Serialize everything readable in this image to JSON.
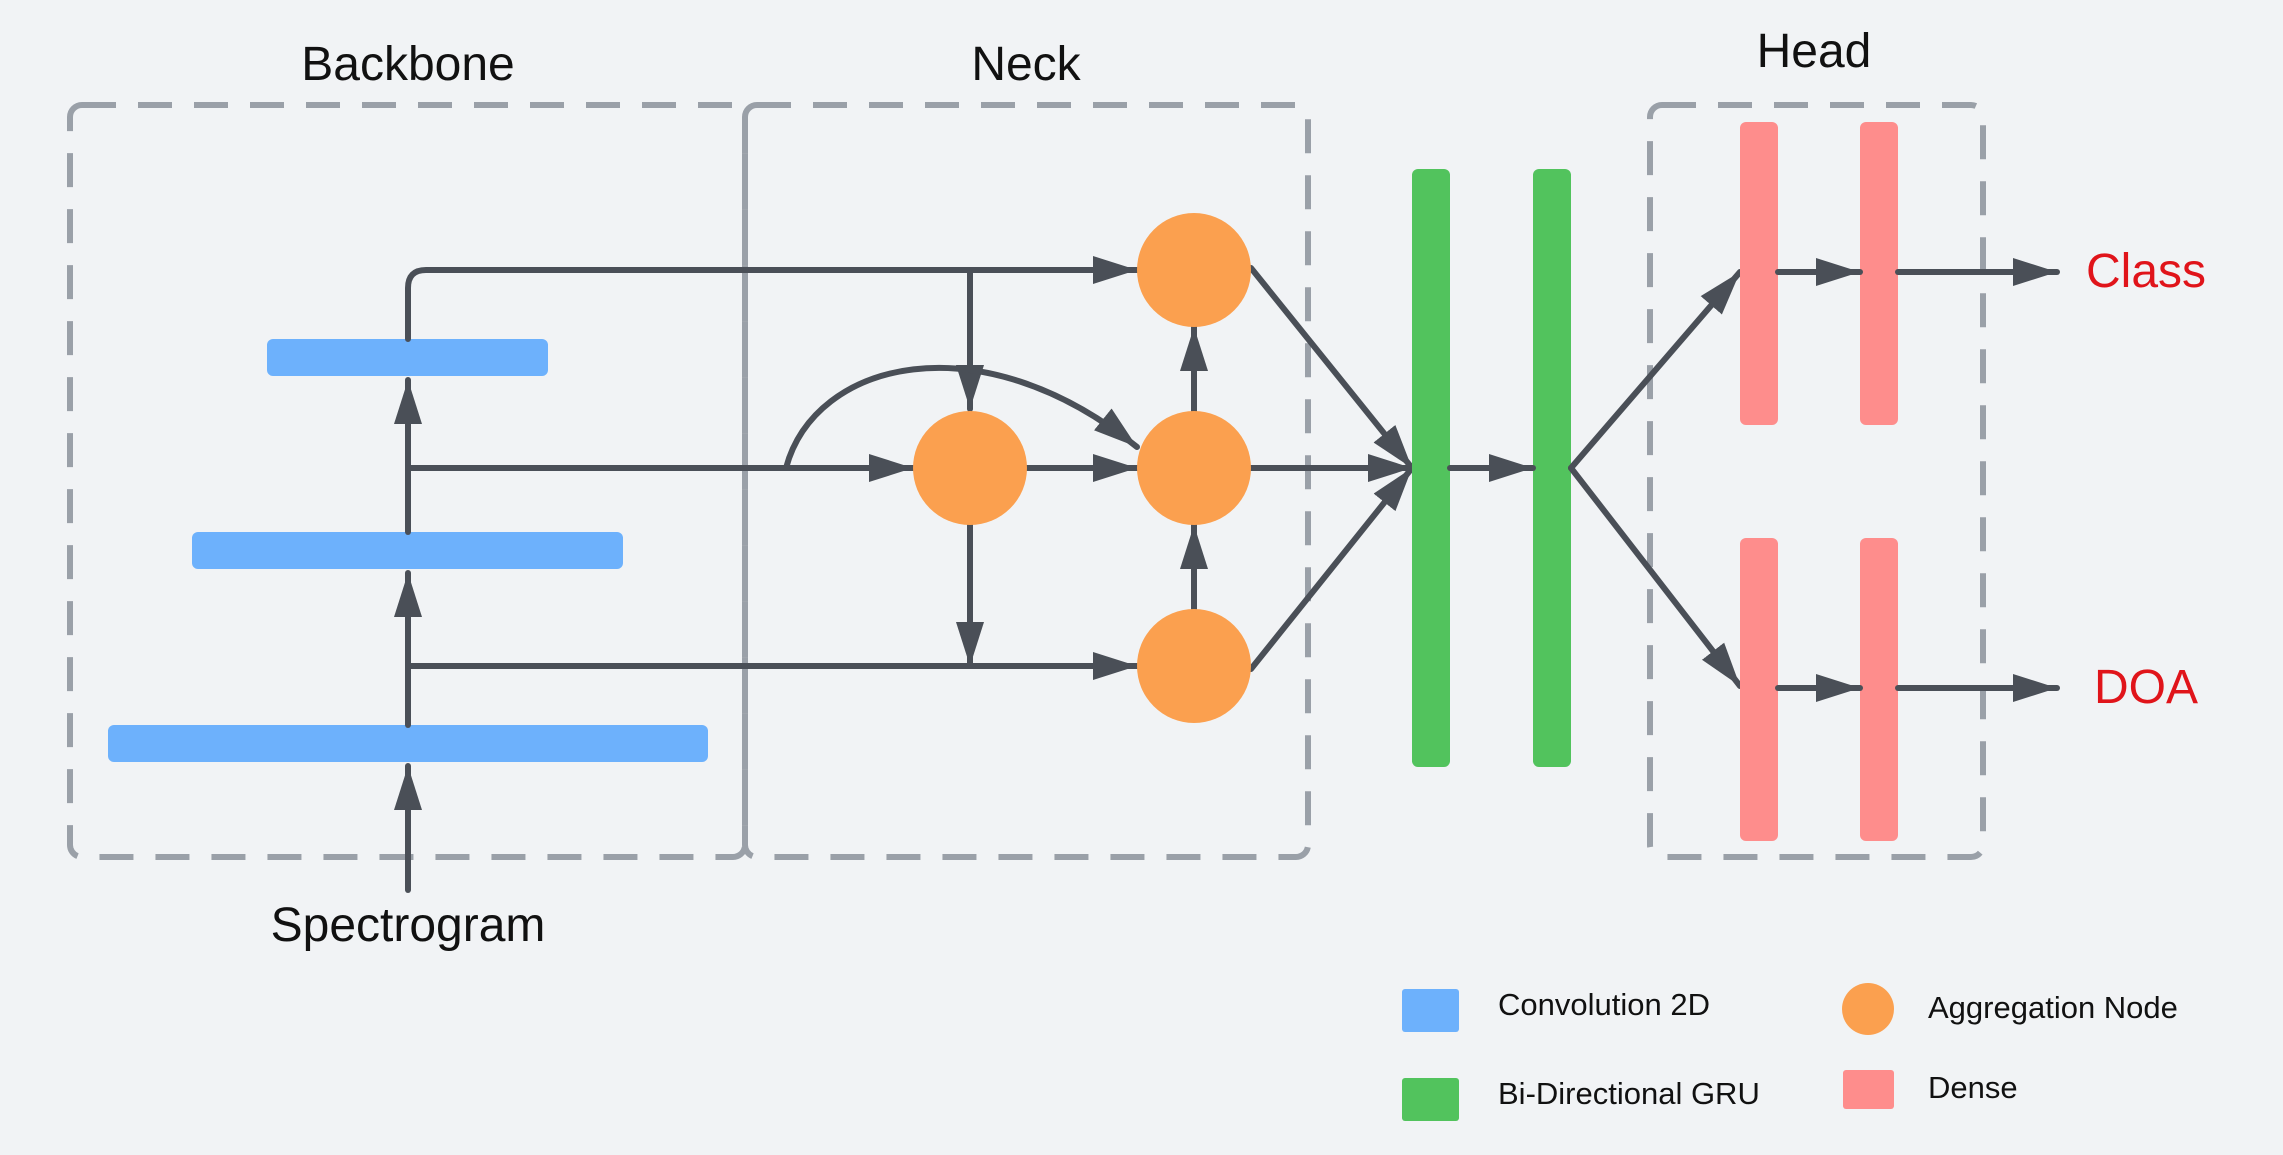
{
  "sections": {
    "backbone": "Backbone",
    "neck": "Neck",
    "head": "Head"
  },
  "input_label": "Spectrogram",
  "outputs": {
    "class": "Class",
    "doa": "DOA"
  },
  "legend": [
    {
      "label": "Convolution 2D",
      "shape": "rect",
      "color": "#6db1fc"
    },
    {
      "label": "Aggregation Node",
      "shape": "circle",
      "color": "#fba04f"
    },
    {
      "label": "Bi-Directional GRU",
      "shape": "rect",
      "color": "#52c35d"
    },
    {
      "label": "Dense",
      "shape": "rect",
      "color": "#fe8d8c"
    }
  ],
  "colors": {
    "convolution": "#6db1fc",
    "gru": "#52c35d",
    "dense": "#fe8d8c",
    "aggregation": "#fba04f",
    "arrow": "#4a4f57",
    "dashed_box": "#9aa0a8",
    "output_text": "#e0141a"
  }
}
